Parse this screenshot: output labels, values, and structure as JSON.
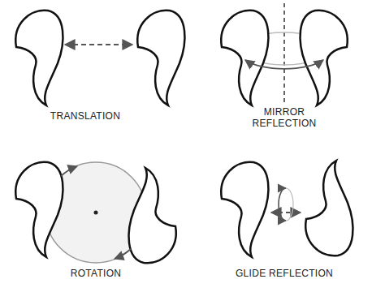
{
  "diagram": {
    "labels": [
      "TRANSLATION",
      "MIRROR REFLECTION",
      "ROTATION",
      "GLIDE REFLECTION"
    ]
  }
}
